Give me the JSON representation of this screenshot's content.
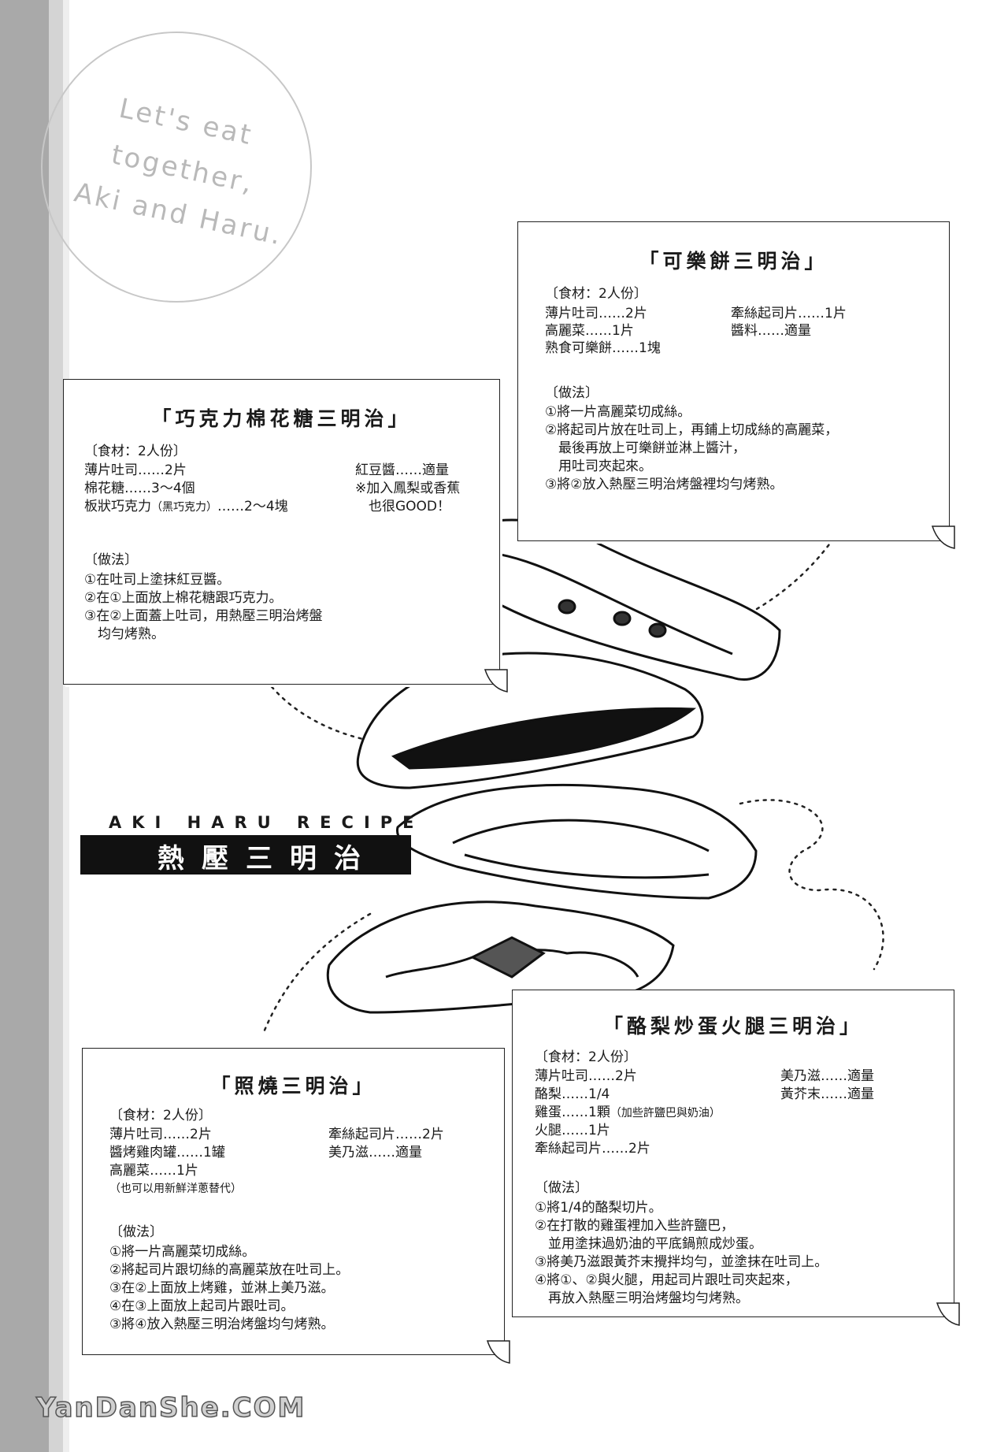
{
  "stamp": {
    "line1": "Let's eat",
    "line2": "together,",
    "line3": "Aki and Haru."
  },
  "label": {
    "english": "AKI HARU RECIPE",
    "japanese": "熱壓三明治"
  },
  "cola_card": {
    "title": "「可樂餅三明治」",
    "ingredients_header": "〔食材：2人份〕",
    "ingredients_left": [
      "薄片吐司……2片",
      "高麗菜……1片",
      "熟食可樂餅……1塊"
    ],
    "ingredients_right": [
      "牽絲起司片……1片",
      "醬料……適量"
    ],
    "method_header": "〔做法〕",
    "steps": [
      "①將一片高麗菜切成絲。",
      "②將起司片放在吐司上，再鋪上切成絲的高麗菜，",
      "　最後再放上可樂餅並淋上醬汁，",
      "　用吐司夾起來。",
      "③將②放入熱壓三明治烤盤裡均勻烤熟。"
    ]
  },
  "choco_card": {
    "title": "「巧克力棉花糖三明治」",
    "ingredients_header": "〔食材：2人份〕",
    "ingredients_left": [
      "薄片吐司……2片",
      "棉花糖……3～4個"
    ],
    "ingredient_chocolate_main": "板狀巧克力",
    "ingredient_chocolate_note": "（黑巧克力）",
    "ingredient_chocolate_qty": "……2～4塊",
    "ingredients_right": [
      "紅豆醬……適量",
      "※加入鳳梨或香蕉",
      "　也很GOOD！"
    ],
    "method_header": "〔做法〕",
    "steps": [
      "①在吐司上塗抹紅豆醬。",
      "②在①上面放上棉花糖跟巧克力。",
      "③在②上面蓋上吐司，用熱壓三明治烤盤",
      "　均勻烤熟。"
    ]
  },
  "teri_card": {
    "title": "「照燒三明治」",
    "ingredients_header": "〔食材：2人份〕",
    "ingredients_left": [
      "薄片吐司……2片",
      "醬烤雞肉罐……1罐",
      "高麗菜……1片"
    ],
    "ingredients_note": "（也可以用新鮮洋蔥替代）",
    "ingredients_right": [
      "牽絲起司片……2片",
      "美乃滋……適量"
    ],
    "method_header": "〔做法〕",
    "steps": [
      "①將一片高麗菜切成絲。",
      "②將起司片跟切絲的高麗菜放在吐司上。",
      "③在②上面放上烤雞，並淋上美乃滋。",
      "④在③上面放上起司片跟吐司。",
      "③將④放入熱壓三明治烤盤均勻烤熟。"
    ]
  },
  "avocado_card": {
    "title": "「酪梨炒蛋火腿三明治」",
    "ingredients_header": "〔食材：2人份〕",
    "ingredients_left": [
      "薄片吐司……2片",
      "酪梨……1/4"
    ],
    "ingredient_egg_main": "雞蛋……1顆",
    "ingredient_egg_note": "（加些許鹽巴與奶油）",
    "ingredients_left2": [
      "火腿……1片",
      "牽絲起司片……2片"
    ],
    "ingredients_right": [
      "美乃滋……適量",
      "黃芥末……適量"
    ],
    "method_header": "〔做法〕",
    "steps": [
      "①將1/4的酪梨切片。",
      "②在打散的雞蛋裡加入些許鹽巴，",
      "　並用塗抹過奶油的平底鍋煎成炒蛋。",
      "③將美乃滋跟黃芥末攪拌均勻，並塗抹在吐司上。",
      "④將①、②與火腿，用起司片跟吐司夾起來，",
      "　再放入熱壓三明治烤盤均勻烤熟。"
    ]
  },
  "watermark": "YanDanShe.COM"
}
